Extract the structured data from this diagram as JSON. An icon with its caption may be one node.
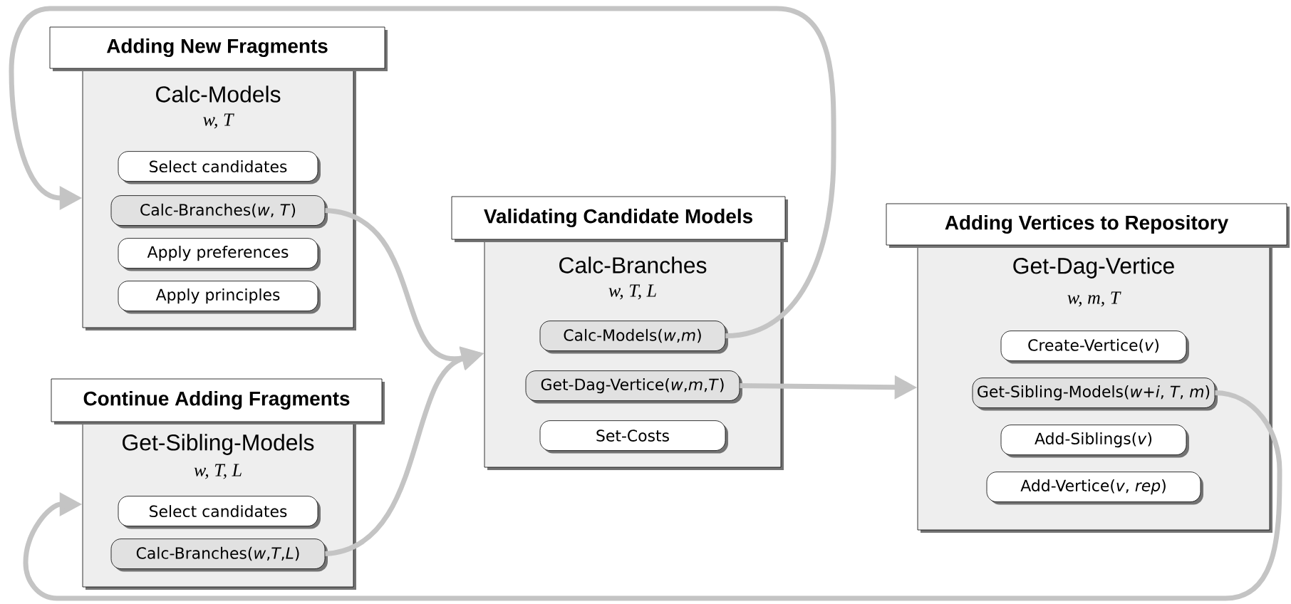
{
  "diagram": {
    "nodes": [
      {
        "text": [
          "Adding New Fragments",
          "Calc-Models",
          "w, T"
        ]
      },
      {
        "text": [
          "Select candidates"
        ],
        "in": 0
      },
      {
        "text": [
          "Calc-Branches(*w*, *T*)"
        ],
        "in": 0
      },
      {
        "text": [
          "Apply preferences"
        ],
        "in": 0
      },
      {
        "text": [
          "Apply principles"
        ],
        "in": 0
      },
      {
        "text": [
          "Continue Adding Fragments",
          "Get-Sibling-Models",
          "w, T, L"
        ]
      },
      {
        "text": [
          "Select candidates"
        ],
        "in": 5
      },
      {
        "text": [
          "Calc-Branches(*w*,*T*,*L*)"
        ],
        "in": 5
      },
      {
        "text": [
          "Validating Candidate Models",
          "Calc-Branches",
          "w, T, L"
        ]
      },
      {
        "text": [
          "Calc-Models(*w*,*m*)"
        ],
        "in": 8
      },
      {
        "text": [
          "Get-Dag-Vertice(*w*,*m*,*T*)"
        ],
        "in": 8
      },
      {
        "text": [
          "Set-Costs"
        ],
        "in": 8
      },
      {
        "text": [
          "Adding Vertices to Repository",
          "Get-Dag-Vertice",
          "w, m, T"
        ]
      },
      {
        "text": [
          "Create-Vertice(*v*)"
        ],
        "in": 12
      },
      {
        "text": [
          "Get-Sibling-Models(*w*+*i*, *T*, *m*)"
        ],
        "in": 12
      },
      {
        "text": [
          "Add-Siblings(*v*)"
        ],
        "in": 12
      },
      {
        "text": [
          "Add-Vertice(*v*, *rep*)"
        ],
        "in": 12
      }
    ],
    "edges": [
      {
        "from": 2,
        "to": 8,
        "arrow": "to"
      },
      {
        "from": 7,
        "to": 8,
        "arrow": "to"
      },
      {
        "from": 9,
        "to": 0,
        "arrow": "to"
      },
      {
        "from": 10,
        "to": 12,
        "arrow": "to"
      },
      {
        "from": 14,
        "to": 5,
        "arrow": "to"
      }
    ]
  }
}
